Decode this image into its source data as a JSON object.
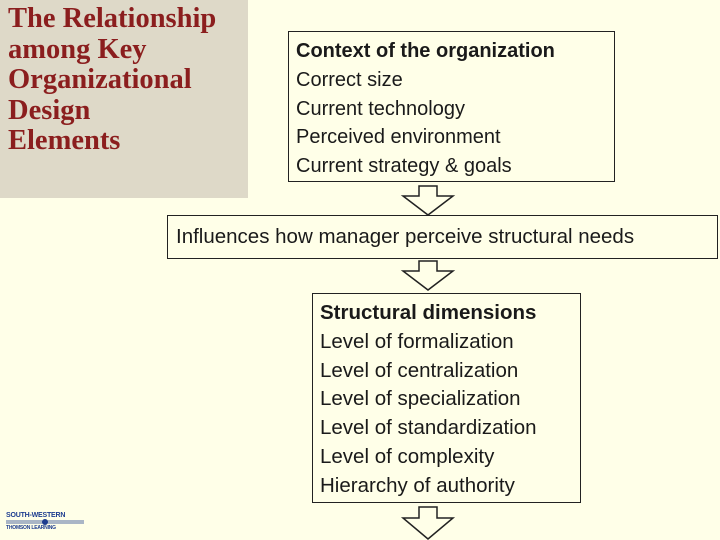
{
  "title": {
    "lines": [
      "The Relationship",
      "among Key",
      "Organizational",
      "Design",
      "Elements"
    ]
  },
  "context_box": {
    "heading": "Context of the organization",
    "items": [
      "Correct size",
      "Current technology",
      "Perceived environment",
      "Current strategy & goals"
    ]
  },
  "influence_box": {
    "text": "Influences how manager perceive structural needs"
  },
  "structure_box": {
    "heading": "Structural dimensions",
    "items": [
      "Level of formalization",
      "Level of centralization",
      "Level of specialization",
      "Level of standardization",
      "Level of complexity",
      "Hierarchy of authority"
    ]
  },
  "logo": {
    "top": "SOUTH-WESTERN",
    "bottom": "THOMSON LEARNING"
  },
  "colors": {
    "background": "#ffffe8",
    "title_panel": "#ded9c8",
    "title_text": "#8b1e1e",
    "arrow_fill": "#ffffe8",
    "logo": "#1d3c8f"
  }
}
